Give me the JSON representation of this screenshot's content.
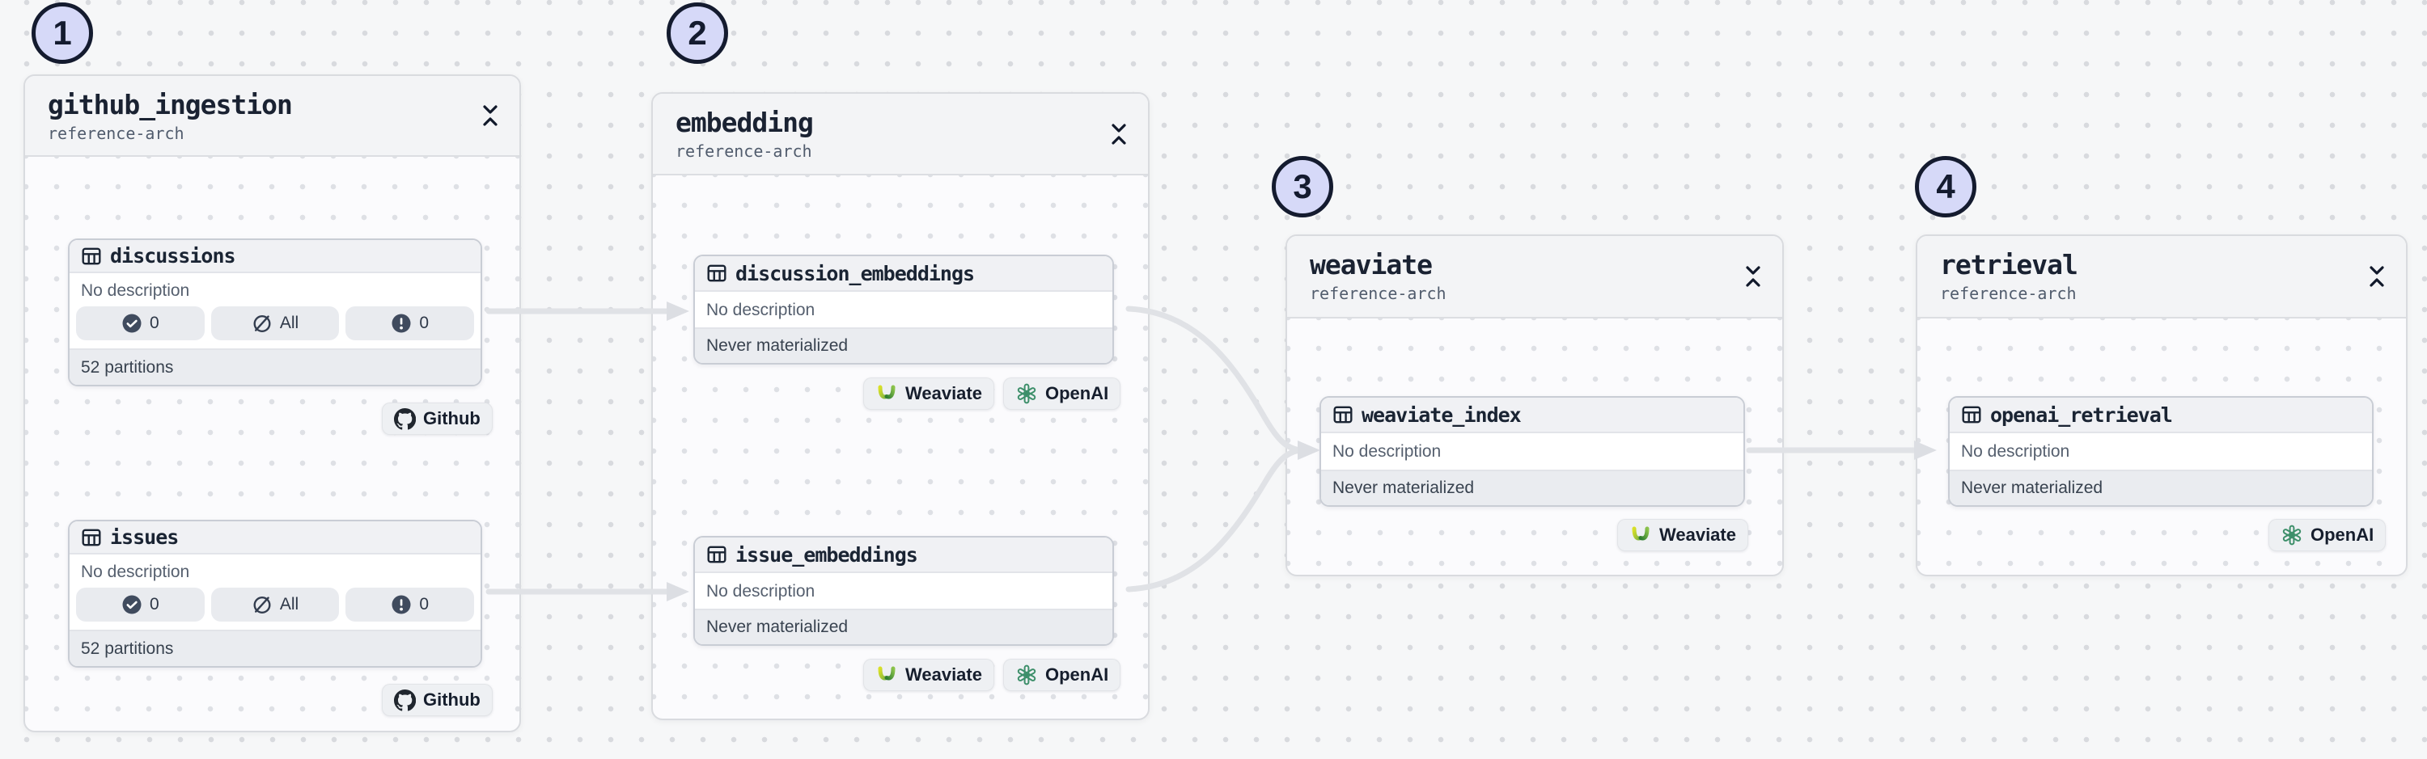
{
  "app": {
    "view": "asset-lineage-graph"
  },
  "palette": {
    "canvas_bg": "#f6f7f8",
    "dot_grid": "#d8dade",
    "group_header_bg": "#f3f4f6",
    "group_body_bg": "#fbfbfd",
    "group_border": "#d9dbdf",
    "node_border": "#c9cdd5",
    "node_header_bg": "#f0f1f4",
    "node_footer_bg": "#eaecf0",
    "pill_bg": "#e9ebef",
    "tag_bg": "#eef0f3",
    "edge_gray": "#e0e2e6",
    "marker_fill": "#d6d9f8",
    "marker_border": "#141b2f",
    "text_dark": "#19212f",
    "text_gray": "#555f6e",
    "weaviate_yellow": "#d9e027",
    "weaviate_green": "#2e7d32",
    "openai_green": "#3d8f6a",
    "github_dark": "#20262e"
  },
  "groups": [
    {
      "marker": "1",
      "title": "github_ingestion",
      "subtitle": "reference-arch",
      "assets": [
        {
          "name": "discussions",
          "description": "No description",
          "footer": "52 partitions",
          "pills": [
            {
              "icon": "check-circle",
              "label": "0"
            },
            {
              "icon": "slash-circle",
              "label": "All"
            },
            {
              "icon": "alert-circle",
              "label": "0"
            }
          ],
          "tags": [
            {
              "icon": "github",
              "label": "Github"
            }
          ]
        },
        {
          "name": "issues",
          "description": "No description",
          "footer": "52 partitions",
          "pills": [
            {
              "icon": "check-circle",
              "label": "0"
            },
            {
              "icon": "slash-circle",
              "label": "All"
            },
            {
              "icon": "alert-circle",
              "label": "0"
            }
          ],
          "tags": [
            {
              "icon": "github",
              "label": "Github"
            }
          ]
        }
      ]
    },
    {
      "marker": "2",
      "title": "embedding",
      "subtitle": "reference-arch",
      "assets": [
        {
          "name": "discussion_embeddings",
          "description": "No description",
          "footer": "Never materialized",
          "tags": [
            {
              "icon": "weaviate",
              "label": "Weaviate"
            },
            {
              "icon": "openai",
              "label": "OpenAI"
            }
          ]
        },
        {
          "name": "issue_embeddings",
          "description": "No description",
          "footer": "Never materialized",
          "tags": [
            {
              "icon": "weaviate",
              "label": "Weaviate"
            },
            {
              "icon": "openai",
              "label": "OpenAI"
            }
          ]
        }
      ]
    },
    {
      "marker": "3",
      "title": "weaviate",
      "subtitle": "reference-arch",
      "assets": [
        {
          "name": "weaviate_index",
          "description": "No description",
          "footer": "Never materialized",
          "tags": [
            {
              "icon": "weaviate",
              "label": "Weaviate"
            }
          ]
        }
      ]
    },
    {
      "marker": "4",
      "title": "retrieval",
      "subtitle": "reference-arch",
      "assets": [
        {
          "name": "openai_retrieval",
          "description": "No description",
          "footer": "Never materialized",
          "tags": [
            {
              "icon": "openai",
              "label": "OpenAI"
            }
          ]
        }
      ]
    }
  ],
  "edges": [
    {
      "from": "discussions",
      "to": "discussion_embeddings"
    },
    {
      "from": "issues",
      "to": "issue_embeddings"
    },
    {
      "from": "discussion_embeddings",
      "to": "weaviate_index"
    },
    {
      "from": "issue_embeddings",
      "to": "weaviate_index"
    },
    {
      "from": "weaviate_index",
      "to": "openai_retrieval"
    }
  ]
}
